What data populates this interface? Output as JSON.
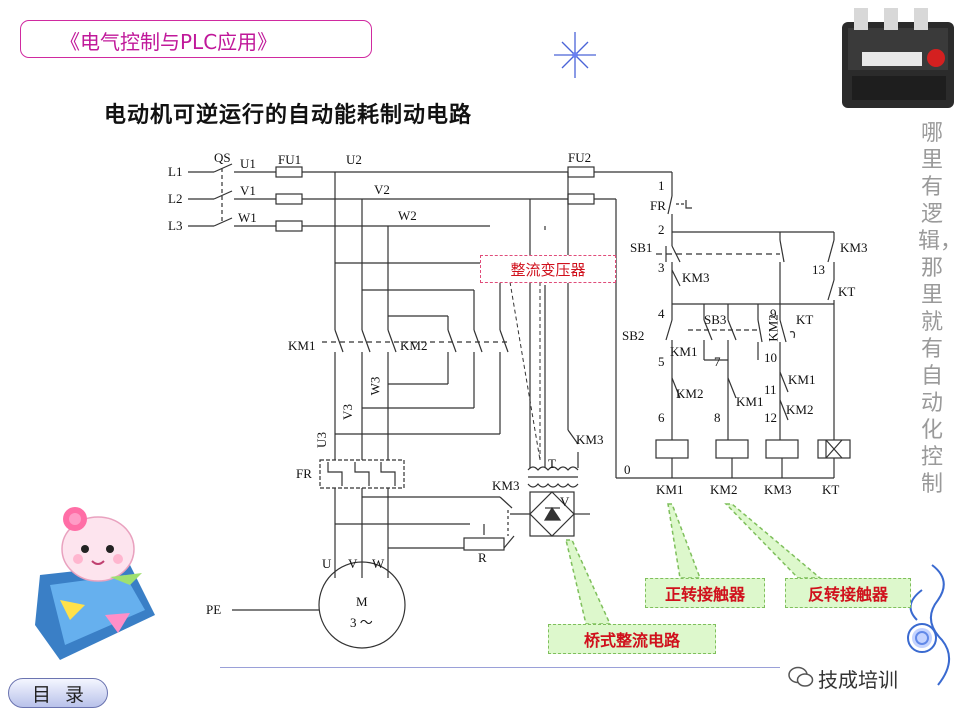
{
  "header": {
    "title": "《电气控制与PLC应用》"
  },
  "main_title": "电动机可逆运行的自动能耗制动电路",
  "side_text": "哪里有逻辑，那里就有自动化控制",
  "callouts": {
    "transformer": "整流变压器",
    "forward_contactor": "正转接触器",
    "reverse_contactor": "反转接触器",
    "bridge_rectifier": "桥式整流电路"
  },
  "nav": {
    "menu_label": "目录"
  },
  "watermark": "技成培训",
  "labels": {
    "L1": "L1",
    "L2": "L2",
    "L3": "L3",
    "QS": "QS",
    "U1": "U1",
    "V1": "V1",
    "W1": "W1",
    "FU1": "FU1",
    "U2": "U2",
    "V2": "V2",
    "W2": "W2",
    "FU2": "FU2",
    "KM1_main": "KM1",
    "KM2_main": "KM2",
    "V3": "V3",
    "W3": "W3",
    "U3": "U3",
    "FR_main": "FR",
    "KM3_dc": "KM3",
    "KM3_top": "KM3",
    "T": "T",
    "V": "V",
    "R": "R",
    "U": "U",
    "Vm": "V",
    "W": "W",
    "PE": "PE",
    "M": "M",
    "M3": "3 ～",
    "n1": "1",
    "n2": "2",
    "n3": "3",
    "n4": "4",
    "n5": "5",
    "n6": "6",
    "n7": "7",
    "n8": "8",
    "n9": "9",
    "n10": "10",
    "n11": "11",
    "n12": "12",
    "n13": "13",
    "n0": "0",
    "FR_ctrl": "FR",
    "SB1": "SB1",
    "SB2": "SB2",
    "SB3": "SB3",
    "KM3_c1": "KM3",
    "KM3_c2": "KM3",
    "KT_c1": "KT",
    "KT_c2": "KT",
    "KM1_c1": "KM1",
    "KM1_c2": "KM1",
    "KM1_c3": "KM1",
    "KM2_c1": "KM2",
    "KM2_c2": "KM2",
    "KM2_c3": "KM2",
    "coil_KM1": "KM1",
    "coil_KM2": "KM2",
    "coil_KM3": "KM3",
    "coil_KT": "KT"
  }
}
